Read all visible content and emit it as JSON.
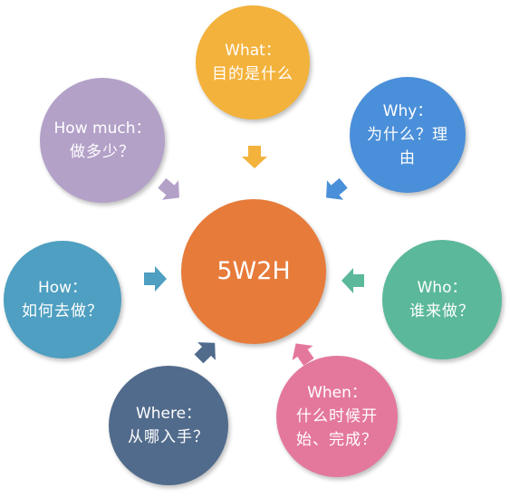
{
  "colors": {
    "center": "#E77B3A",
    "what": "#F3B23C",
    "why": "#4A8FD9",
    "who": "#5BB89A",
    "when": "#E4789C",
    "where": "#516B8C",
    "how": "#4E9FC1",
    "how_much": "#B3A1C8"
  },
  "center": {
    "label": "5W2H"
  },
  "nodes": {
    "what": {
      "line1": "What：",
      "line2": "目的是什么"
    },
    "why": {
      "line1": "Why：",
      "line2": "为什么？理",
      "line3": "由"
    },
    "who": {
      "line1": "Who：",
      "line2": "谁来做？"
    },
    "when": {
      "line1": "When：",
      "line2": "什么时候开",
      "line3": "始、完成？"
    },
    "where": {
      "line1": "Where：",
      "line2": "从哪入手？"
    },
    "how": {
      "line1": "How：",
      "line2": "如何去做？"
    },
    "how_much": {
      "line1": "How much：",
      "line2": "做多少？"
    }
  }
}
